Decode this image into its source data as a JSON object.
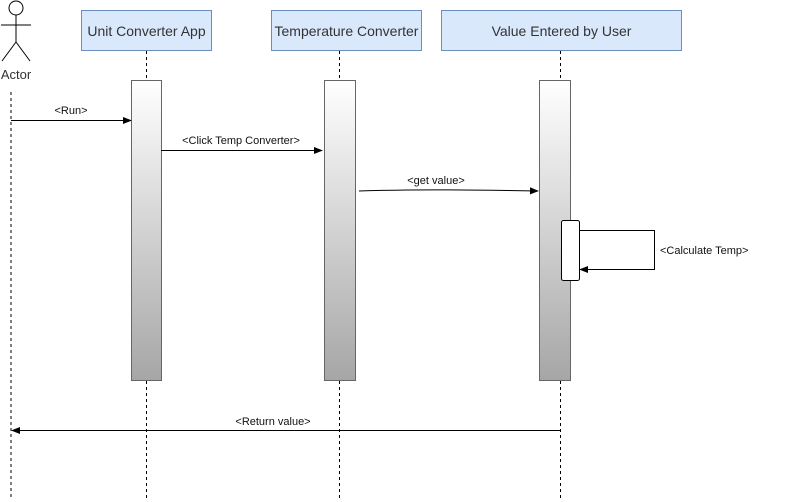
{
  "actor": {
    "label": "Actor"
  },
  "participants": [
    {
      "id": "unit-converter-app",
      "label": "Unit Converter App"
    },
    {
      "id": "temperature-converter",
      "label": "Temperature Converter"
    },
    {
      "id": "value-entered-by-user",
      "label": "Value Entered by User"
    }
  ],
  "messages": [
    {
      "id": "run",
      "label": "<Run>"
    },
    {
      "id": "click-temp-converter",
      "label": "<Click  Temp Converter>"
    },
    {
      "id": "get-value",
      "label": "<get value>"
    },
    {
      "id": "calculate-temp",
      "label": "<Calculate   Temp>"
    },
    {
      "id": "return-value",
      "label": "<Return value>"
    }
  ],
  "colors": {
    "participant_fill": "#dae8fc",
    "participant_stroke": "#6c8ebf",
    "activation_top": "#ffffff",
    "activation_bottom": "#a6a6a6",
    "line": "#000000"
  }
}
